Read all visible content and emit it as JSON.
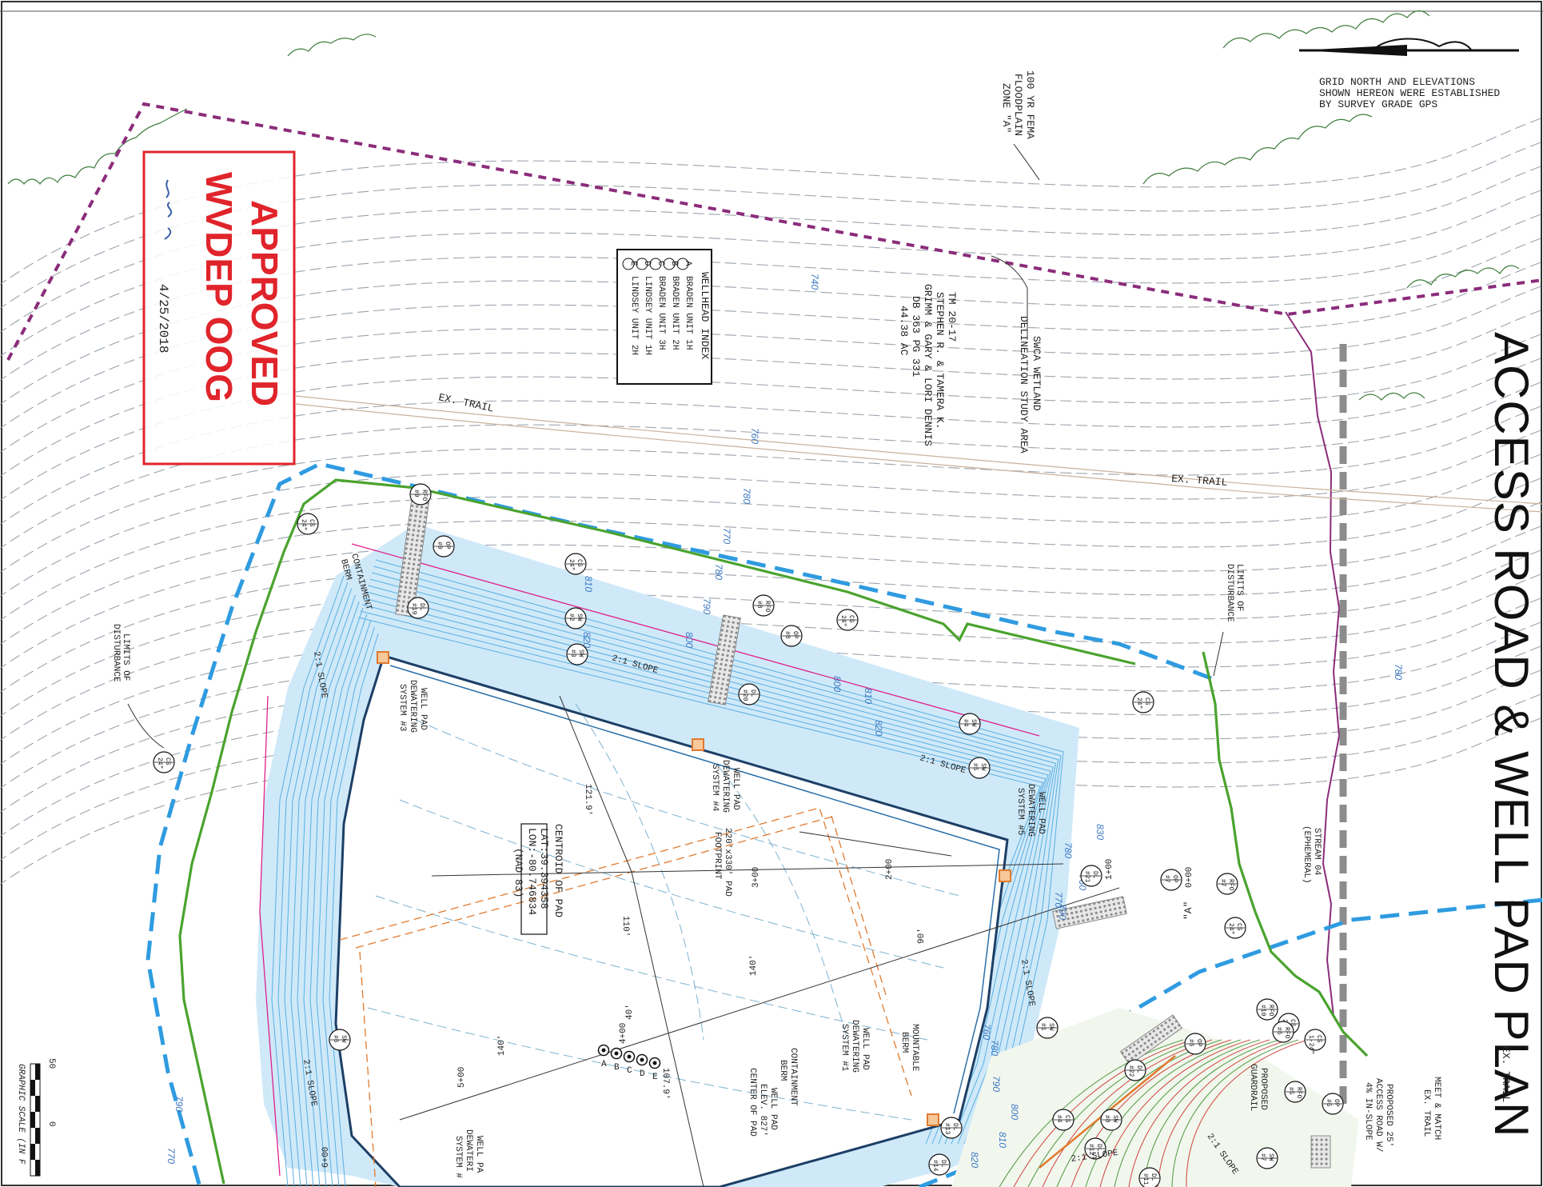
{
  "sheet": {
    "title": "ACCESS ROAD & WELL PAD PLAN",
    "grid_note": [
      "GRID NORTH AND ELEVATIONS",
      "SHOWN HEREON WERE ESTABLISHED",
      "BY SURVEY GRADE GPS"
    ]
  },
  "stamp": {
    "line1": "APPROVED",
    "line2": "WVDEP OOG",
    "date": "4/25/2018",
    "initials": "[handwritten initials]"
  },
  "wellhead_index": {
    "heading": "WELLHEAD INDEX",
    "items": [
      {
        "key": "A",
        "label": "BRADEN UNIT 1H"
      },
      {
        "key": "B",
        "label": "BRADEN UNIT 2H"
      },
      {
        "key": "C",
        "label": "BRADEN UNIT 3H"
      },
      {
        "key": "D",
        "label": "LINDSEY UNIT 1H"
      },
      {
        "key": "E",
        "label": "LINDSEY UNIT 2H"
      }
    ]
  },
  "property": {
    "tm": "TM 20-17",
    "owners1": "STEPHEN R. & TAMERA K.",
    "owners2": "GRIMM & GARY & LORI DENNIS",
    "deed": "DB 363 PG 331",
    "acres": "44.38 AC"
  },
  "annotations": {
    "floodplain": [
      "100 YR FEMA",
      "FLOODPLAIN",
      "ZONE \"A\""
    ],
    "wetland": [
      "SWCA WETLAND",
      "DELINEATION STUDY AREA"
    ],
    "ex_trail": "EX. TRAIL",
    "limits": [
      "LIMITS OF",
      "DISTURBANCE"
    ],
    "stream": [
      "STREAM 04",
      "(EPHEMERAL)"
    ],
    "containment": [
      "CONTAINMENT",
      "BERM"
    ],
    "slope_2_1": "2:1 SLOPE",
    "dewater3": [
      "WELL PAD",
      "DEWATERING",
      "SYSTEM #3"
    ],
    "dewater4": [
      "WELL PAD",
      "DEWATERING",
      "SYSTEM #4"
    ],
    "dewater5": [
      "WELL PAD",
      "DEWATERING",
      "SYSTEM #5"
    ],
    "dewater1": [
      "WELL PAD",
      "DEWATERING",
      "SYSTEM #1"
    ],
    "dewater2": [
      "WELL PA",
      "DEWATERI",
      "SYSTEM #"
    ],
    "centroid": [
      "CENTROID OF PAD",
      "LAT:39.394358",
      "LON:-80.746834",
      "(NAD 83)"
    ],
    "footprint": [
      "220'x330' PAD",
      "FOOTPRINT"
    ],
    "mountable": [
      "MOUNTABLE",
      "BERM"
    ],
    "center_pad": [
      "WELL PAD",
      "ELEV. 827'",
      "CENTER OF PAD"
    ],
    "guardrail": [
      "PROPOSED",
      "GUARDRAIL"
    ],
    "access_road": [
      "PROPOSED 25'",
      "ACCESS ROAD W/",
      "4% IN-SLOPE"
    ],
    "meet_match": [
      "MEET & MATCH",
      "EX. TRAIL"
    ],
    "stations": [
      "0+00",
      "1+00",
      "2+00",
      "3+00",
      "4+00",
      "5+00",
      "6+00",
      "\"A\""
    ],
    "dims": [
      "121.9'",
      "110'",
      "140'",
      "140'",
      "107.9'",
      "40'",
      "90'"
    ],
    "scale": [
      "50",
      "0",
      "GRAPHIC SCALE (IN F"
    ]
  },
  "contour_labels": [
    "740",
    "760",
    "780",
    "770",
    "780",
    "790",
    "800",
    "810",
    "820",
    "800",
    "810",
    "820",
    "830",
    "780",
    "760",
    "790",
    "770",
    "760",
    "780",
    "790",
    "800",
    "810",
    "820",
    "790",
    "770",
    "780"
  ],
  "bmp_tags": [
    {
      "a": "RFO",
      "b": "#9"
    },
    {
      "a": "OP",
      "b": "#9"
    },
    {
      "a": "DL",
      "b": "#19"
    },
    {
      "a": "CS",
      "b": "24\""
    },
    {
      "a": "SW",
      "b": "#2"
    },
    {
      "a": "CS",
      "b": "24\""
    },
    {
      "a": "RFO",
      "b": "#8"
    },
    {
      "a": "OP",
      "b": "#8"
    },
    {
      "a": "SW",
      "b": "#3"
    },
    {
      "a": "DL",
      "b": "#20"
    },
    {
      "a": "CS",
      "b": "24\""
    },
    {
      "a": "SW",
      "b": "#4"
    },
    {
      "a": "SW",
      "b": "#5"
    },
    {
      "a": "CS",
      "b": "24\""
    },
    {
      "a": "DL",
      "b": "#21"
    },
    {
      "a": "OP",
      "b": "#7"
    },
    {
      "a": "RFO",
      "b": "#7"
    },
    {
      "a": "CS",
      "b": "24\""
    },
    {
      "a": "SW",
      "b": "#1"
    },
    {
      "a": "SW",
      "b": "#6"
    },
    {
      "a": "RFO",
      "b": "#10"
    },
    {
      "a": "CS",
      "b": "24\""
    },
    {
      "a": "CS",
      "b": "24\""
    },
    {
      "a": "SW",
      "b": "#7"
    },
    {
      "a": "DL",
      "b": "#22"
    },
    {
      "a": "OP",
      "b": "#6"
    },
    {
      "a": "RFO",
      "b": "#6"
    },
    {
      "a": "RFO",
      "b": "#5"
    },
    {
      "a": "OP",
      "b": "#5"
    },
    {
      "a": "DL",
      "b": "#12"
    },
    {
      "a": "DL",
      "b": "#13"
    },
    {
      "a": "DL",
      "b": "#14"
    },
    {
      "a": "CS",
      "b": "#4"
    },
    {
      "a": "SW",
      "b": "#8"
    },
    {
      "a": "DL",
      "b": "#11"
    },
    {
      "a": "CS",
      "b": "1-24\""
    }
  ],
  "colors": {
    "limits": "#2f9be0",
    "property_line": "#8b2c7a",
    "silt_fence": "#4aa32e",
    "pad_fill": "#a9d8f3",
    "contour_blue": "#3b78c2",
    "contour_grey": "#9aa4ad",
    "stamp_red": "#e0242b",
    "cut_fill_green": "#5aa04a",
    "cut_fill_red": "#d2524a",
    "grid_orange": "#e07a2f"
  }
}
